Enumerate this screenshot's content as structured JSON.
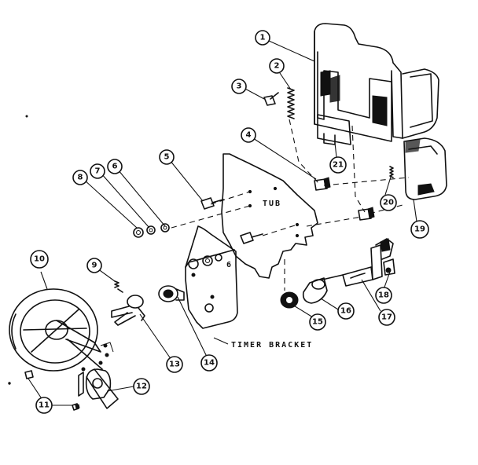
{
  "labels": {
    "tub": "TUB",
    "timer_bracket": "TIMER BRACKET"
  },
  "callouts": [
    "1",
    "2",
    "3",
    "4",
    "5",
    "6",
    "7",
    "8",
    "9",
    "10",
    "11",
    "12",
    "13",
    "14",
    "15",
    "16",
    "17",
    "18",
    "19",
    "20",
    "21"
  ]
}
